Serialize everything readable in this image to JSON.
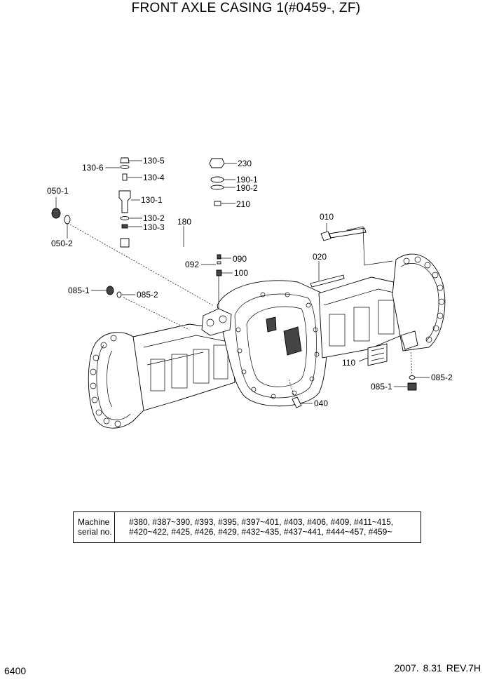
{
  "title": "FRONT AXLE CASING 1(#0459-, ZF)",
  "labels": {
    "p130_5": "130-5",
    "p130_6": "130-6",
    "p130_4": "130-4",
    "p130_1": "130-1",
    "p130_2": "130-2",
    "p130_3": "130-3",
    "p180": "180",
    "p230": "230",
    "p190_1": "190-1",
    "p190_2": "190-2",
    "p210": "210",
    "p050_1": "050-1",
    "p050_2": "050-2",
    "p010": "010",
    "p020": "020",
    "p090": "090",
    "p092": "092",
    "p100": "100",
    "p085_1a": "085-1",
    "p085_2a": "085-2",
    "p110": "110",
    "p085_2b": "085-2",
    "p085_1b": "085-1",
    "p040": "040"
  },
  "serial": {
    "header_line1": "Machine",
    "header_line2": "serial no.",
    "line1": "#380, #387~390, #393, #395, #397~401, #403, #406, #409, #411~415,",
    "line2": "#420~422, #425, #426, #429, #432~435, #437~441, #444~457, #459~"
  },
  "footer": {
    "page_number": "6400",
    "revision": "2007. 8.31  REV.7H"
  }
}
